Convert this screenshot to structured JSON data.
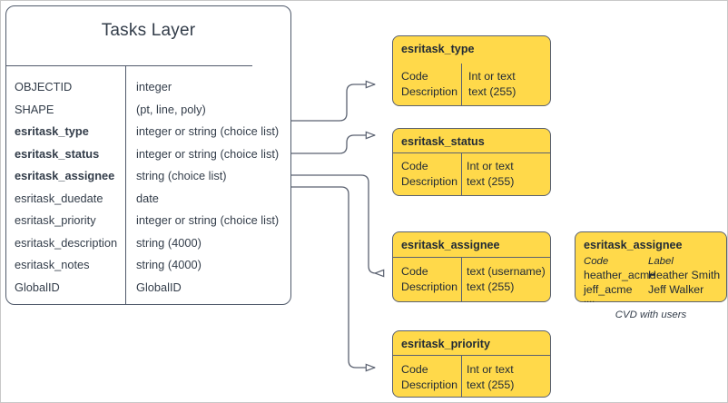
{
  "diagram": {
    "title_caption": "CVD with users",
    "accent_yellow": "#ffd94a",
    "line_color": "#505a6b"
  },
  "entity": {
    "title": "Tasks Layer",
    "fields": [
      {
        "name": "OBJECTID",
        "type": "integer",
        "required": false
      },
      {
        "name": "SHAPE",
        "type": "(pt, line, poly)",
        "required": false
      },
      {
        "name": "esritask_type",
        "type": "integer or string (choice list)",
        "required": true
      },
      {
        "name": "esritask_status",
        "type": "integer or string (choice list)",
        "required": true
      },
      {
        "name": "esritask_assignee",
        "type": "string (choice list)",
        "required": true
      },
      {
        "name": "esritask_duedate",
        "type": "date",
        "required": false
      },
      {
        "name": "esritask_priority",
        "type": "integer or string (choice list)",
        "required": false
      },
      {
        "name": "esritask_description",
        "type": "string (4000)",
        "required": false
      },
      {
        "name": "esritask_notes",
        "type": "string (4000)",
        "required": false
      },
      {
        "name": "GlobalID",
        "type": "GlobalID",
        "required": false
      }
    ]
  },
  "domains": [
    {
      "title": "esritask_type",
      "head_rule": false,
      "left_col": [
        "Code",
        "Description"
      ],
      "right_col": [
        "Int or text",
        "text (255)"
      ]
    },
    {
      "title": "esritask_status",
      "head_rule": true,
      "left_col": [
        "Code",
        "Description"
      ],
      "right_col": [
        "Int or text",
        "text (255)"
      ]
    },
    {
      "title": "esritask_assignee",
      "head_rule": true,
      "left_col": [
        "Code",
        "Description"
      ],
      "right_col": [
        "text  (username)",
        "text (255)"
      ]
    },
    {
      "title": "esritask_priority",
      "head_rule": true,
      "left_col": [
        "Code",
        "Description"
      ],
      "right_col": [
        "Int or text",
        "text (255)"
      ]
    }
  ],
  "cvd": {
    "title": "esritask_assignee",
    "col_headers": [
      "Code",
      "Label"
    ],
    "rows": [
      {
        "code": "heather_acme",
        "label": "Heather Smith"
      },
      {
        "code": "jeff_acme",
        "label": "Jeff Walker"
      },
      {
        "code": "....",
        "label": ""
      }
    ],
    "caption": "CVD with users"
  }
}
